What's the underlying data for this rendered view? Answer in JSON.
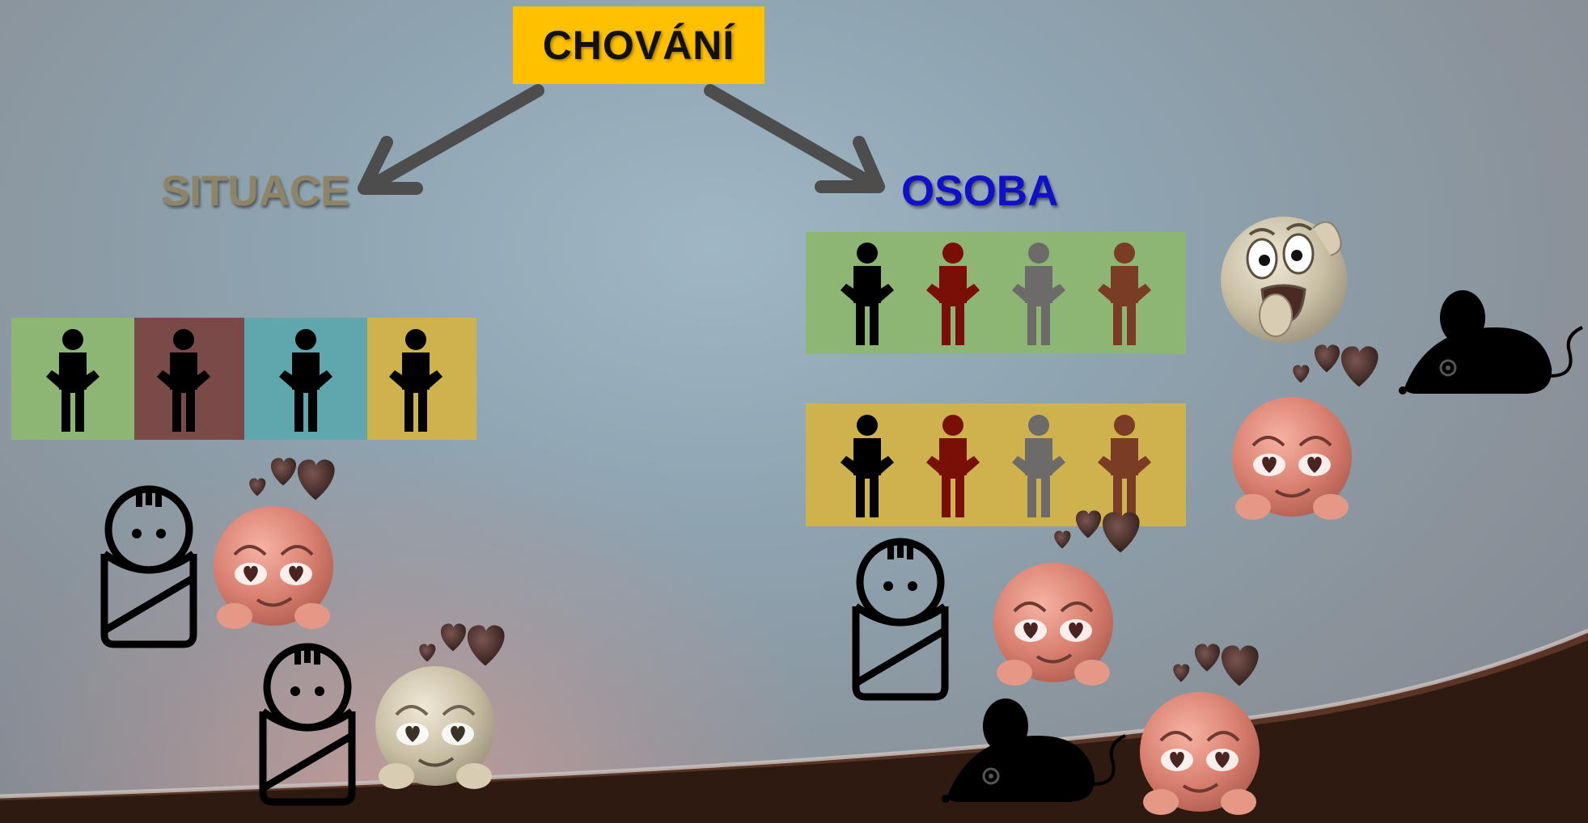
{
  "title": "CHOVÁNÍ",
  "left_label": "SITUACE",
  "right_label": "OSOBA",
  "colors": {
    "title_bg": "#ffc000",
    "situace_text": "#8f8466",
    "osoba_text": "#1010c8",
    "tile_green": "#8db573",
    "tile_maroon": "#7a4a48",
    "tile_teal": "#5fa6ad",
    "tile_yellow": "#cdb24d",
    "figure_black": "#000000",
    "figure_red": "#7a0f08",
    "figure_gray": "#6d6a6a",
    "figure_brown": "#7a3c24"
  },
  "icons": [
    "arrow-left-icon",
    "arrow-right-icon",
    "person-icon",
    "baby-icon",
    "love-smiley-icon",
    "scared-smiley-icon",
    "mouse-icon",
    "hearts-icon"
  ]
}
